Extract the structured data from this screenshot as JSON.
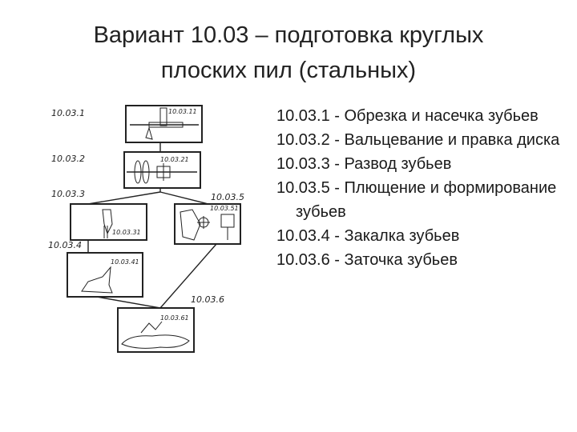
{
  "title": {
    "line1": "Вариант 10.03 – подготовка круглых",
    "line2": "плоских пил (стальных)"
  },
  "operations": [
    "10.03.1 - Обрезка и насечка зубьев",
    "10.03.2 - Вальцевание и правка диска",
    "10.03.3 - Развод зубьев",
    "10.03.5 - Плющение и формирование зубьев",
    "10.03.4 - Закалка зубьев",
    "10.03.6 - Заточка зубьев"
  ],
  "diagram": {
    "step_labels": [
      "10.03.1",
      "10.03.2",
      "10.03.3",
      "10.03.5",
      "10.03.4",
      "10.03.6"
    ],
    "box_labels": [
      "10.03.11",
      "10.03.21",
      "10.03.31",
      "10.03.51",
      "10.03.41",
      "10.03.61"
    ]
  }
}
